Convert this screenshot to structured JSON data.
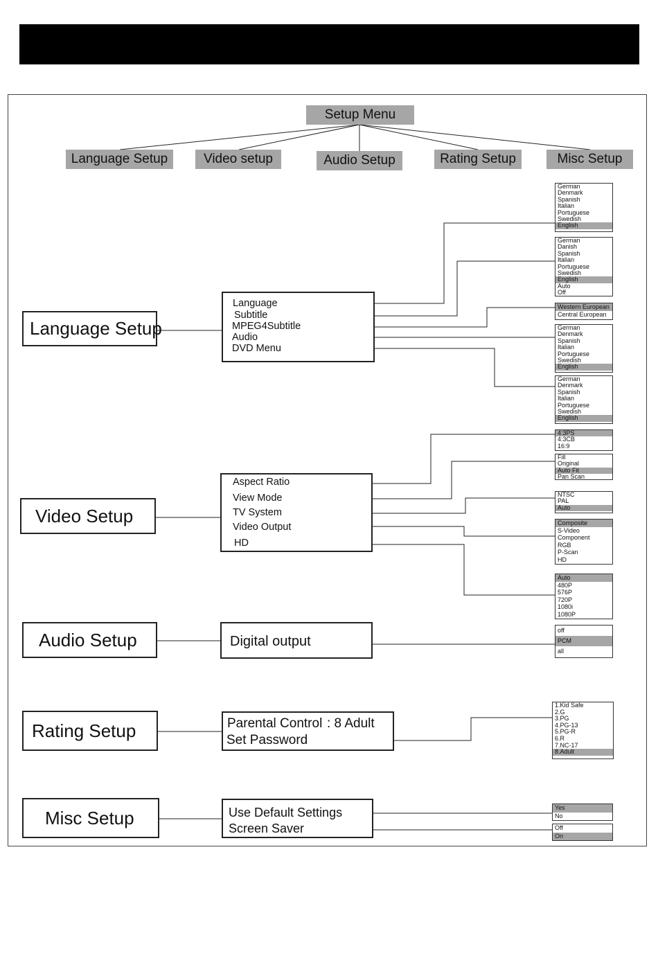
{
  "setup_menu": "Setup Menu",
  "categories": [
    "Language Setup",
    "Video setup",
    "Audio  Setup",
    "Rating  Setup",
    "Misc  Setup"
  ],
  "language": {
    "title": "Language Setup",
    "items": [
      "Language",
      "Subtitle",
      "MPEG4Subtitle",
      "Audio",
      "DVD Menu"
    ],
    "lists": [
      {
        "options": [
          "German",
          "Denmark",
          "Spanish",
          "Italian",
          "Portuguese",
          "Swedish",
          "English"
        ],
        "selected": 6
      },
      {
        "options": [
          "German",
          "Danish",
          "Spanish",
          "Italian",
          "Portuguese",
          "Swedish",
          "English",
          "Auto",
          "Off"
        ],
        "selected": 6
      },
      {
        "options": [
          "Western European",
          "Central European"
        ],
        "selected": 0
      },
      {
        "options": [
          "German",
          "Denmark",
          "Spanish",
          "Italian",
          "Portuguese",
          "Swedish",
          "English"
        ],
        "selected": 6
      },
      {
        "options": [
          "German",
          "Denmark",
          "Spanish",
          "Italian",
          "Portuguese",
          "Swedish",
          "English"
        ],
        "selected": 6
      }
    ]
  },
  "video": {
    "title": "Video  Setup",
    "items": [
      "Aspect Ratio",
      "View Mode",
      "TV System",
      "Video Output",
      "HD"
    ],
    "lists": [
      {
        "options": [
          "4:3PS",
          "4:3CB",
          "16:9"
        ],
        "selected": 0
      },
      {
        "options": [
          "Fill",
          "Original",
          "Auto Fit",
          "Pan Scan"
        ],
        "selected": 2
      },
      {
        "options": [
          "NTSC",
          "PAL",
          "Auto"
        ],
        "selected": 2
      },
      {
        "options": [
          "Composite",
          "S-Video",
          "Component",
          "RGB",
          "P-Scan",
          "HD"
        ],
        "selected": 0
      },
      {
        "options": [
          "Auto",
          "480P",
          "576P",
          "720P",
          "1080i",
          "1080P"
        ],
        "selected": 0
      }
    ]
  },
  "audio": {
    "title": "Audio Setup",
    "items": [
      "Digital output"
    ],
    "lists": [
      {
        "options": [
          "off",
          "PCM",
          "all"
        ],
        "selected": 1
      }
    ]
  },
  "rating": {
    "title": "Rating Setup",
    "items": [
      "Parental Control",
      "Set Password"
    ],
    "parental_value": ":  8 Adult",
    "lists": [
      {
        "options": [
          "1.Kid Safe",
          "2.G",
          "3.PG",
          "4.PG-13",
          "5.PG-R",
          "6.R",
          "7.NC-17",
          "8.Adult"
        ],
        "selected": 7
      }
    ]
  },
  "misc": {
    "title": "Misc Setup",
    "items": [
      "Use Default Settings",
      "Screen Saver"
    ],
    "lists": [
      {
        "options": [
          "Yes",
          "No"
        ],
        "selected": 0
      },
      {
        "options": [
          "Off",
          "On"
        ],
        "selected": 1
      }
    ]
  },
  "colors": {
    "highlight": "#a6a6a6",
    "bar": "#000000"
  }
}
